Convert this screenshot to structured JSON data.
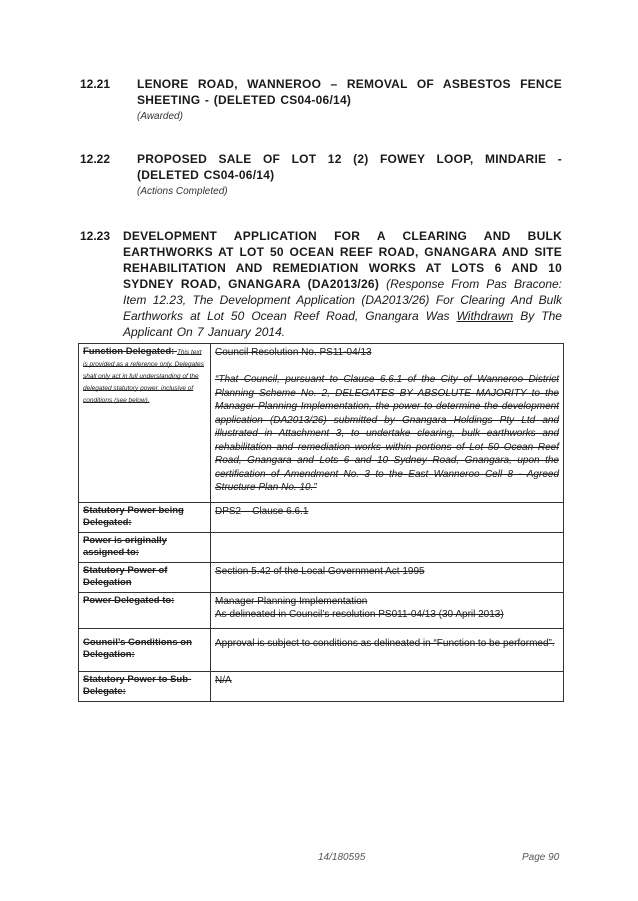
{
  "items": [
    {
      "number": "12.21",
      "heading_line1": "LENORE ROAD, WANNEROO – REMOVAL OF ASBESTOS FENCE",
      "heading_line2": "SHEETING - (DELETED CS04-06/14)",
      "note": "(Awarded)"
    },
    {
      "number": "12.22",
      "heading_line1": "PROPOSED SALE OF LOT 12 (2) FOWEY LOOP, MINDARIE -",
      "heading_line2": "(DELETED CS04-06/14)",
      "note": "(Actions Completed)"
    },
    {
      "number": "12.23",
      "heading": "DEVELOPMENT APPLICATION FOR A CLEARING AND BULK EARTHWORKS AT LOT 50 OCEAN REEF ROAD, GNANGARA AND SITE REHABILITATION AND REMEDIATION WORKS AT LOTS 6 AND 10 SYDNEY ROAD, GNANGARA (DA2013/26)",
      "response_before": " (Response From Pas Bracone: Item 12.23, The Development Application (DA2013/26) For Clearing And Bulk Earthworks at Lot 50 Ocean Reef Road, Gnangara Was ",
      "response_underlined": "Withdrawn",
      "response_after": " By The Applicant On 7 January 2014."
    }
  ],
  "table": {
    "function_label": "Function Delegated:",
    "function_note": "This text is provided as a reference only. Delegates shall only act in full understanding of the delegated statutory power, inclusive of conditions (see below).",
    "council_resolution": "Council Resolution No. PS11-04/13",
    "function_text": "“That Council, pursuant to Clause 6.6.1 of the City of Wanneroo District Planning Scheme No. 2, DELEGATES BY ABSOLUTE MAJORITY to the Manager Planning Implementation, the power to determine the development application (DA2013/26) submitted by Gnangara Holdings Pty Ltd and illustrated in Attachment 3, to undertake clearing, bulk earthworks and rehabilitation and remediation works within portions of Lot 50 Ocean Reef Road, Gnangara and Lots 6 and 10 Sydney Road, Gnangara, upon the certification of Amendment No. 3 to the East Wanneroo Cell 8 - Agreed Structure Plan No. 10.”",
    "rows": [
      {
        "label": "Statutory Power being Delegated:",
        "value": "DPS2 – Clause 6.6.1"
      },
      {
        "label": "Power is originally assigned to:",
        "value": ""
      },
      {
        "label": "Statutory Power of Delegation",
        "value": "Section 5.42 of the Local Government Act 1995"
      },
      {
        "label": "Power Delegated to:",
        "value": "Manager Planning Implementation",
        "value2": "As delineated in Council’s resolution PS011-04/13 (30 April 2013)"
      },
      {
        "label": "Council’s Conditions on Delegation:",
        "value": "Approval is subject to conditions as delineated in “Function to be performed”."
      },
      {
        "label": "Statutory Power to Sub-Delegate:",
        "value": "N/A"
      }
    ]
  },
  "footer": {
    "doc_ref": "14/180595",
    "page": "Page 90"
  }
}
